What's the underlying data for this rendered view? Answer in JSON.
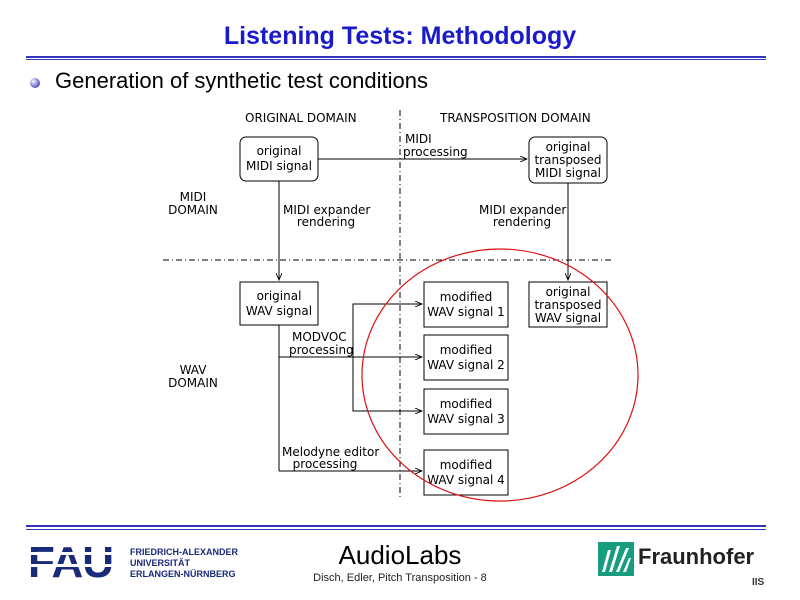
{
  "slide": {
    "title": "Listening Tests: Methodology",
    "bullet": "Generation of synthetic test conditions"
  },
  "diagram": {
    "header_original": "ORIGINAL DOMAIN",
    "header_transposition": "TRANSPOSITION DOMAIN",
    "row_midi": [
      "MIDI",
      "DOMAIN"
    ],
    "row_wav": [
      "WAV",
      "DOMAIN"
    ],
    "box_original_midi": [
      "original",
      "MIDI signal"
    ],
    "box_transposed_midi": [
      "original",
      "transposed",
      "MIDI signal"
    ],
    "box_original_wav": [
      "original",
      "WAV signal"
    ],
    "box_transposed_wav": [
      "original",
      "transposed",
      "WAV signal"
    ],
    "box_modified_1": [
      "modified",
      "WAV signal 1"
    ],
    "box_modified_2": [
      "modified",
      "WAV signal 2"
    ],
    "box_modified_3": [
      "modified",
      "WAV signal 3"
    ],
    "box_modified_4": [
      "modified",
      "WAV signal 4"
    ],
    "label_midi_processing": [
      "MIDI",
      "processing"
    ],
    "label_expander_left": [
      "MIDI expander",
      "rendering"
    ],
    "label_expander_right": [
      "MIDI expander",
      "rendering"
    ],
    "label_modvoc": [
      "MODVOC",
      "processing"
    ],
    "label_melodyne": [
      "Melodyne editor",
      "processing"
    ],
    "highlight_color": "#dd1111"
  },
  "footer": {
    "fau_logo_text": "FAU",
    "fau_lines": [
      "FRIEDRICH-ALEXANDER",
      "UNIVERSITÄT",
      "ERLANGEN-NÜRNBERG"
    ],
    "center_title": "AudioLabs",
    "center_sub": "Disch, Edler, Pitch Transposition - 8",
    "fraunhofer_name": "Fraunhofer",
    "fraunhofer_sub": "IIS"
  }
}
